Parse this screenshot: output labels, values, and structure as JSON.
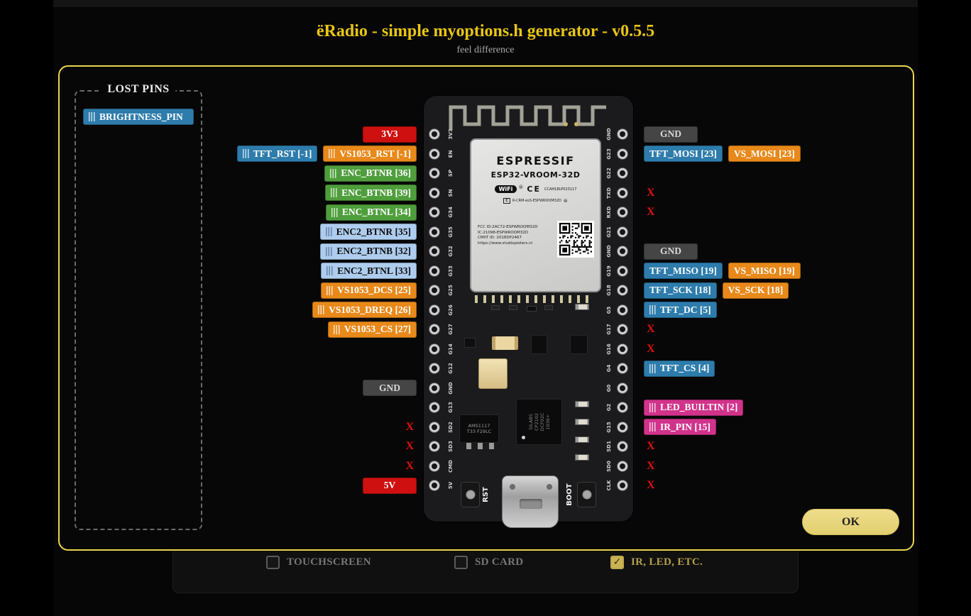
{
  "header": {
    "title": "ëRadio - simple myoptions.h generator - v0.5.5",
    "subtitle": "feel difference"
  },
  "modal": {
    "lost_pins_title": "LOST PINS",
    "lost_pins": [
      {
        "text": "BRIGHTNESS_PIN",
        "type": "tft",
        "grip": true
      }
    ],
    "ok_label": "OK"
  },
  "board": {
    "brand": "ESPRESSIF",
    "model": "ESP32-VROOM-32D",
    "wifi_badge": "WiFi",
    "wifi_reg": "®",
    "ce_mark": "CE",
    "cert_code": "CCAH18LP023117",
    "reg_line": "R-CRM-esS-ESPWROOM32D",
    "fcc_lines": [
      "FCC ID:2AC72-ESPWROOM32D",
      "IC:21098-ESPWROOM32D",
      "CMIIT ID: 2018DP2467",
      "https://www.studiopieters.nl"
    ],
    "regulator_lines": [
      "AMS1117",
      "T33 F29LC"
    ],
    "usb_chip_lines": [
      "SILABS",
      "CP2102",
      "DCF02C",
      "1036+"
    ],
    "reset_label": "RST",
    "boot_label": "BOOT"
  },
  "pins": {
    "left": [
      {
        "name": "3V3",
        "labels": [
          {
            "text": "3V3",
            "type": "power",
            "grip": false
          }
        ]
      },
      {
        "name": "EN",
        "labels": [
          {
            "text": "TFT_RST [-1]",
            "type": "tft",
            "grip": true
          },
          {
            "text": "VS1053_RST [-1]",
            "type": "vs",
            "grip": true
          }
        ]
      },
      {
        "name": "SP",
        "labels": [
          {
            "text": "ENC_BTNR [36]",
            "type": "enc",
            "grip": true
          }
        ]
      },
      {
        "name": "SN",
        "labels": [
          {
            "text": "ENC_BTNB [39]",
            "type": "enc",
            "grip": true
          }
        ]
      },
      {
        "name": "G34",
        "labels": [
          {
            "text": "ENC_BTNL [34]",
            "type": "enc",
            "grip": true
          }
        ]
      },
      {
        "name": "G35",
        "labels": [
          {
            "text": "ENC2_BTNR [35]",
            "type": "enc2",
            "grip": true
          }
        ]
      },
      {
        "name": "G32",
        "labels": [
          {
            "text": "ENC2_BTNB [32]",
            "type": "enc2",
            "grip": true
          }
        ]
      },
      {
        "name": "G33",
        "labels": [
          {
            "text": "ENC2_BTNL [33]",
            "type": "enc2",
            "grip": true
          }
        ]
      },
      {
        "name": "G25",
        "labels": [
          {
            "text": "VS1053_DCS [25]",
            "type": "vs",
            "grip": true
          }
        ]
      },
      {
        "name": "G26",
        "labels": [
          {
            "text": "VS1053_DREQ [26]",
            "type": "vs",
            "grip": true
          }
        ]
      },
      {
        "name": "G27",
        "labels": [
          {
            "text": "VS1053_CS [27]",
            "type": "vs",
            "grip": true
          }
        ]
      },
      {
        "name": "G14",
        "labels": []
      },
      {
        "name": "G12",
        "labels": []
      },
      {
        "name": "GND",
        "labels": [
          {
            "text": "GND",
            "type": "gnd",
            "grip": false
          }
        ]
      },
      {
        "name": "G13",
        "labels": []
      },
      {
        "name": "SD2",
        "labels": [
          {
            "text": "X",
            "type": "x",
            "grip": false
          }
        ]
      },
      {
        "name": "SD3",
        "labels": [
          {
            "text": "X",
            "type": "x",
            "grip": false
          }
        ]
      },
      {
        "name": "CMD",
        "labels": [
          {
            "text": "X",
            "type": "x",
            "grip": false
          }
        ]
      },
      {
        "name": "5V",
        "labels": [
          {
            "text": "5V",
            "type": "power",
            "grip": false
          }
        ]
      }
    ],
    "right": [
      {
        "name": "GND",
        "labels": [
          {
            "text": "GND",
            "type": "gnd",
            "grip": false
          }
        ]
      },
      {
        "name": "G23",
        "labels": [
          {
            "text": "TFT_MOSI [23]",
            "type": "tft",
            "grip": false
          },
          {
            "text": "VS_MOSI [23]",
            "type": "vs",
            "grip": false
          }
        ]
      },
      {
        "name": "G22",
        "labels": []
      },
      {
        "name": "TXD",
        "labels": [
          {
            "text": "X",
            "type": "x",
            "grip": false
          }
        ]
      },
      {
        "name": "RXD",
        "labels": [
          {
            "text": "X",
            "type": "x",
            "grip": false
          }
        ]
      },
      {
        "name": "G21",
        "labels": []
      },
      {
        "name": "GND",
        "labels": [
          {
            "text": "GND",
            "type": "gnd",
            "grip": false
          }
        ]
      },
      {
        "name": "G19",
        "labels": [
          {
            "text": "TFT_MISO [19]",
            "type": "tft",
            "grip": false
          },
          {
            "text": "VS_MISO [19]",
            "type": "vs",
            "grip": false
          }
        ]
      },
      {
        "name": "G18",
        "labels": [
          {
            "text": "TFT_SCK [18]",
            "type": "tft",
            "grip": false
          },
          {
            "text": "VS_SCK [18]",
            "type": "vs",
            "grip": false
          }
        ]
      },
      {
        "name": "G5",
        "labels": [
          {
            "text": "TFT_DC [5]",
            "type": "tft",
            "grip": true
          }
        ]
      },
      {
        "name": "G17",
        "labels": [
          {
            "text": "X",
            "type": "x",
            "grip": false
          }
        ]
      },
      {
        "name": "G16",
        "labels": [
          {
            "text": "X",
            "type": "x",
            "grip": false
          }
        ]
      },
      {
        "name": "G4",
        "labels": [
          {
            "text": "TFT_CS [4]",
            "type": "tft",
            "grip": true
          }
        ]
      },
      {
        "name": "G0",
        "labels": []
      },
      {
        "name": "G2",
        "labels": [
          {
            "text": "LED_BUILTIN [2]",
            "type": "led",
            "grip": true
          }
        ]
      },
      {
        "name": "G15",
        "labels": [
          {
            "text": "IR_PIN [15]",
            "type": "led",
            "grip": true
          }
        ]
      },
      {
        "name": "SD1",
        "labels": [
          {
            "text": "X",
            "type": "x",
            "grip": false
          }
        ]
      },
      {
        "name": "SD0",
        "labels": [
          {
            "text": "X",
            "type": "x",
            "grip": false
          }
        ]
      },
      {
        "name": "CLK",
        "labels": [
          {
            "text": "X",
            "type": "x",
            "grip": false
          }
        ]
      }
    ]
  },
  "footer": {
    "checkboxes": [
      {
        "label": "TOUCHSCREEN",
        "checked": false
      },
      {
        "label": "SD CARD",
        "checked": false
      },
      {
        "label": "IR, LED, ETC.",
        "checked": true
      }
    ]
  },
  "colors": {
    "accent": "#e9c613",
    "modal_border": "#e8d44d",
    "tft": "#2d7cac",
    "vs": "#e8891a",
    "enc": "#4f9e3c",
    "enc2": "#aecdee",
    "led": "#d1338b",
    "power": "#cf1010",
    "gnd": "#454545",
    "x": "#dd1111"
  }
}
